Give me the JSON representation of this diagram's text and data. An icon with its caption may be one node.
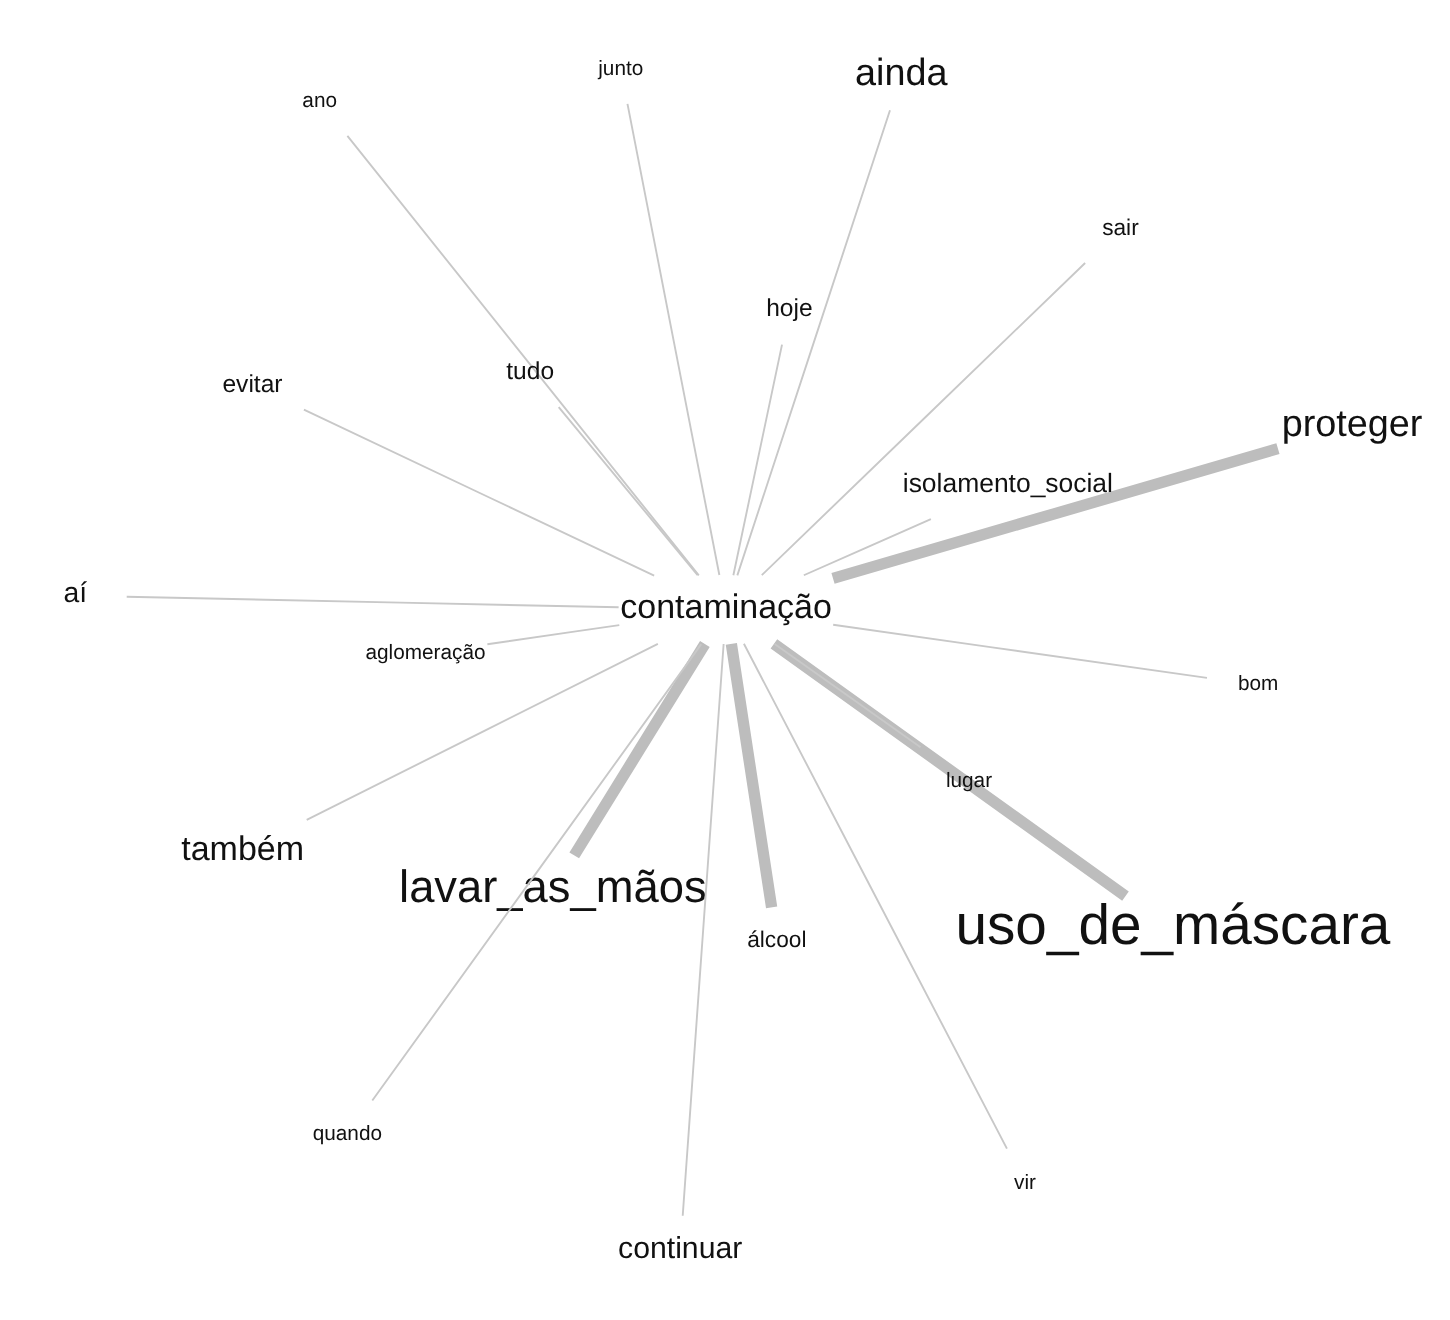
{
  "diagram": {
    "nodes": [
      {
        "text": [
          "aglomeração"
        ]
      },
      {
        "text": [
          "bom"
        ]
      },
      {
        "text": [
          "continuar"
        ]
      },
      {
        "text": [
          "hoje"
        ]
      },
      {
        "text": [
          "sair"
        ]
      },
      {
        "text": [
          "aí"
        ]
      },
      {
        "text": [
          "lavar_as_mãos"
        ]
      },
      {
        "text": [
          "uso_de_máscara"
        ]
      },
      {
        "text": [
          "quando"
        ]
      },
      {
        "text": [
          "contaminação"
        ]
      },
      {
        "text": [
          "álcool"
        ]
      },
      {
        "text": [
          "também"
        ]
      },
      {
        "text": [
          "proteger"
        ]
      },
      {
        "text": [
          "isolamento_social"
        ]
      },
      {
        "text": [
          "ainda"
        ]
      },
      {
        "text": [
          "vir"
        ]
      },
      {
        "text": [
          "lugar"
        ]
      },
      {
        "text": [
          "junto"
        ]
      },
      {
        "text": [
          "ano"
        ]
      },
      {
        "text": [
          "tudo"
        ]
      },
      {
        "text": [
          "evitar"
        ]
      }
    ],
    "edges": [
      {
        "from": 9,
        "to": 0,
        "arrow": "none"
      },
      {
        "from": 9,
        "to": 1,
        "arrow": "none"
      },
      {
        "from": 9,
        "to": 2,
        "arrow": "none"
      },
      {
        "from": 9,
        "to": 3,
        "arrow": "none"
      },
      {
        "from": 9,
        "to": 4,
        "arrow": "none"
      },
      {
        "from": 9,
        "to": 5,
        "arrow": "none"
      },
      {
        "from": 9,
        "to": 6,
        "arrow": "none",
        "style": "thick"
      },
      {
        "from": 9,
        "to": 7,
        "arrow": "none",
        "style": "thick"
      },
      {
        "from": 9,
        "to": 8,
        "arrow": "none"
      },
      {
        "from": 9,
        "to": 10,
        "arrow": "none",
        "style": "thick"
      },
      {
        "from": 9,
        "to": 11,
        "arrow": "none"
      },
      {
        "from": 9,
        "to": 12,
        "arrow": "none",
        "style": "thick"
      },
      {
        "from": 9,
        "to": 13,
        "arrow": "none"
      },
      {
        "from": 9,
        "to": 14,
        "arrow": "none"
      },
      {
        "from": 9,
        "to": 15,
        "arrow": "none"
      },
      {
        "from": 9,
        "to": 16,
        "arrow": "none"
      },
      {
        "from": 9,
        "to": 17,
        "arrow": "none"
      },
      {
        "from": 9,
        "to": 18,
        "arrow": "none"
      },
      {
        "from": 9,
        "to": 19,
        "arrow": "none"
      },
      {
        "from": 9,
        "to": 20,
        "arrow": "none"
      }
    ]
  }
}
